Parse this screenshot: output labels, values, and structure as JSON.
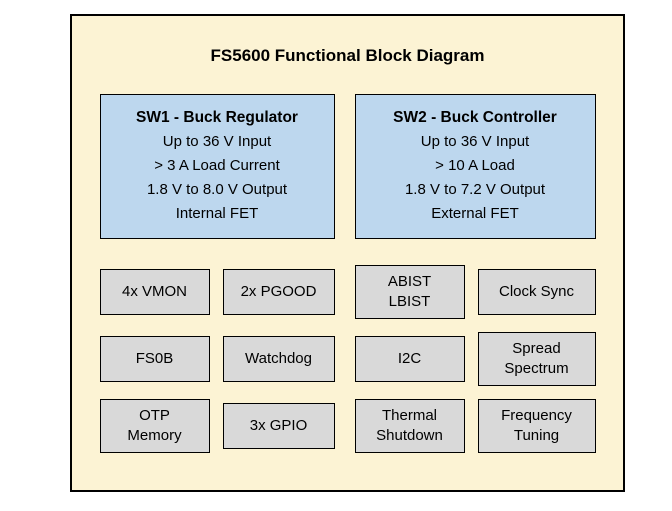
{
  "colors": {
    "panel_bg": "#FCF3D4",
    "block_blue": "#BDD7EE",
    "cell_gray": "#D9D9D9",
    "border": "#000000"
  },
  "diagram": {
    "title": "FS5600 Functional Block Diagram",
    "blocks": [
      {
        "title": "SW1 - Buck Regulator",
        "lines": [
          "Up to 36 V Input",
          "> 3 A Load Current",
          "1.8 V to 8.0 V Output",
          "Internal FET"
        ]
      },
      {
        "title": "SW2 - Buck Controller",
        "lines": [
          "Up to 36 V Input",
          "> 10 A Load",
          "1.8 V to 7.2 V Output",
          "External FET"
        ]
      }
    ],
    "feature_grid": {
      "rows": [
        [
          "4x VMON",
          "2x PGOOD",
          "ABIST\nLBIST",
          "Clock Sync"
        ],
        [
          "FS0B",
          "Watchdog",
          "I2C",
          "Spread\nSpectrum"
        ],
        [
          "OTP\nMemory",
          "3x GPIO",
          "Thermal\nShutdown",
          "Frequency\nTuning"
        ]
      ]
    }
  }
}
